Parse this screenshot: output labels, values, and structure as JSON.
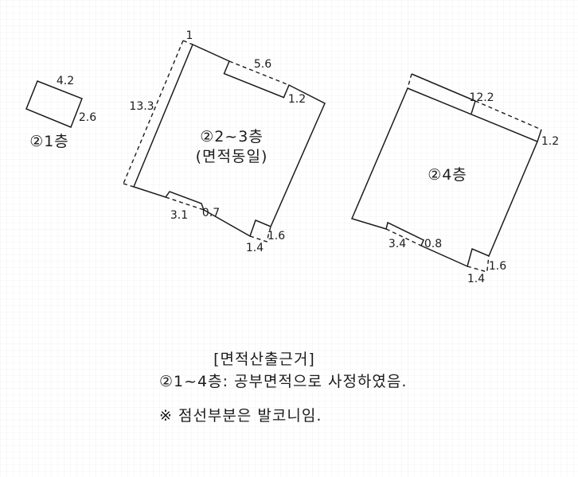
{
  "diagram": {
    "floors": {
      "f1": {
        "label": "②1층",
        "width": "4.2",
        "height": "2.6"
      },
      "f23": {
        "label": "②2~3층",
        "sublabel": "(면적동일)",
        "left_length": "13.3",
        "top_offset": "1",
        "top_balcony_length": "5.6",
        "top_balcony_depth": "1.2",
        "bottom_balcony_length": "3.1",
        "bottom_balcony_depth": "0.7",
        "corner_balcony_width": "1.4",
        "corner_balcony_depth": "1.6"
      },
      "f4": {
        "label": "②4층",
        "top_balcony_length": "12.2",
        "top_balcony_depth": "1.2",
        "bottom_balcony_length": "3.4",
        "bottom_balcony_depth": "0.8",
        "corner_balcony_width": "1.4",
        "corner_balcony_depth": "1.6"
      }
    },
    "notes": {
      "header": "[면적산출근거]",
      "line1": "②1~4층:  공부면적으로  사정하였음.",
      "line2": "※ 점선부분은  발코니임."
    },
    "colors": {
      "line": "#1c1c1c",
      "background": "#ffffff"
    }
  }
}
